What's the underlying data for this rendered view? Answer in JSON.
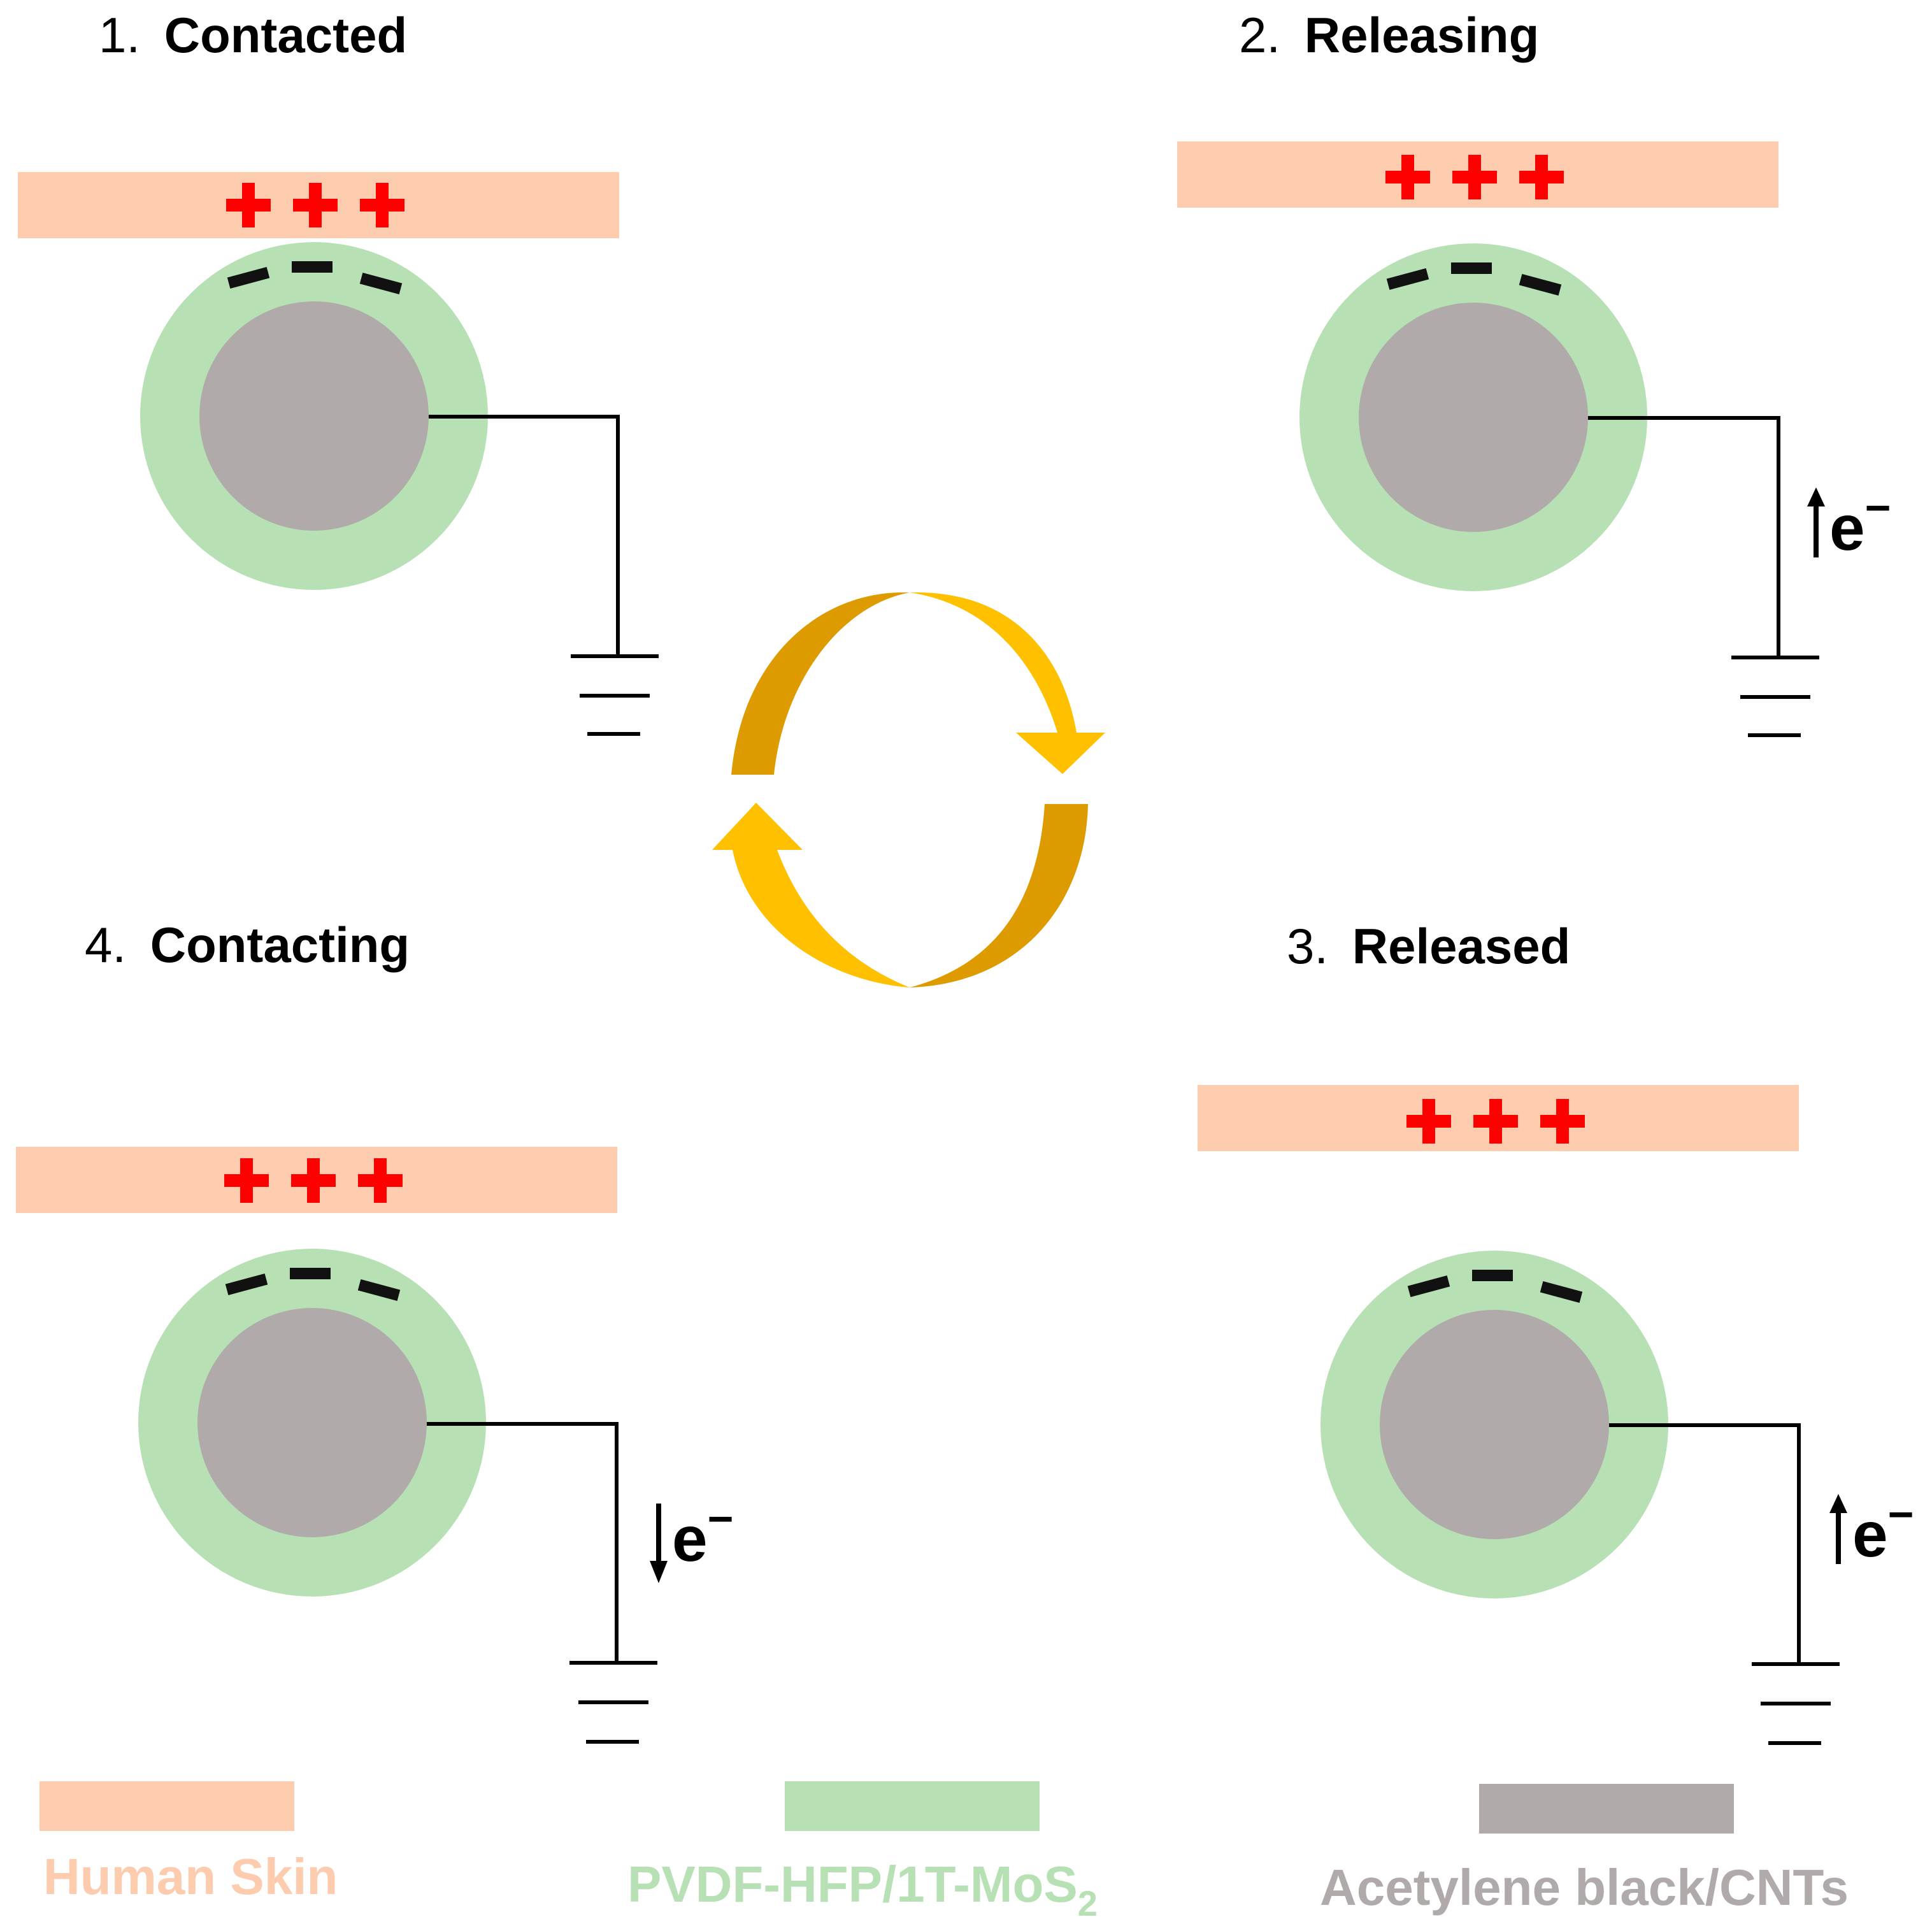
{
  "panels": [
    {
      "number": "1.",
      "name": "Contacted",
      "electron_flow": "none"
    },
    {
      "number": "2.",
      "name": "Releasing",
      "electron_flow": "up"
    },
    {
      "number": "3.",
      "name": "Released",
      "electron_flow": "up"
    },
    {
      "number": "4.",
      "name": "Contacting",
      "electron_flow": "down"
    }
  ],
  "charges": {
    "positive": "+++",
    "negative": "−−−"
  },
  "electron_label": {
    "base": "e",
    "sup": "−"
  },
  "legend": [
    {
      "label": "Human Skin",
      "color": "#fdcbad"
    },
    {
      "label": "PVDF-HFP/1T-MoS",
      "sub": "2",
      "color": "#b7e1b4"
    },
    {
      "label": "Acetylene black/CNTs",
      "color": "#b0abaa"
    }
  ],
  "colors": {
    "skin": "#fdcbad",
    "shell": "#b7e1b4",
    "core": "#b0abaa",
    "plus": "#ff0000",
    "cycle_arrow_light": "#ffc000",
    "cycle_arrow_dark": "#dd9b00",
    "legend_skin_text": "#fdcbad",
    "legend_shell_text": "#b7e1b4",
    "legend_core_text": "#b0abaa"
  }
}
